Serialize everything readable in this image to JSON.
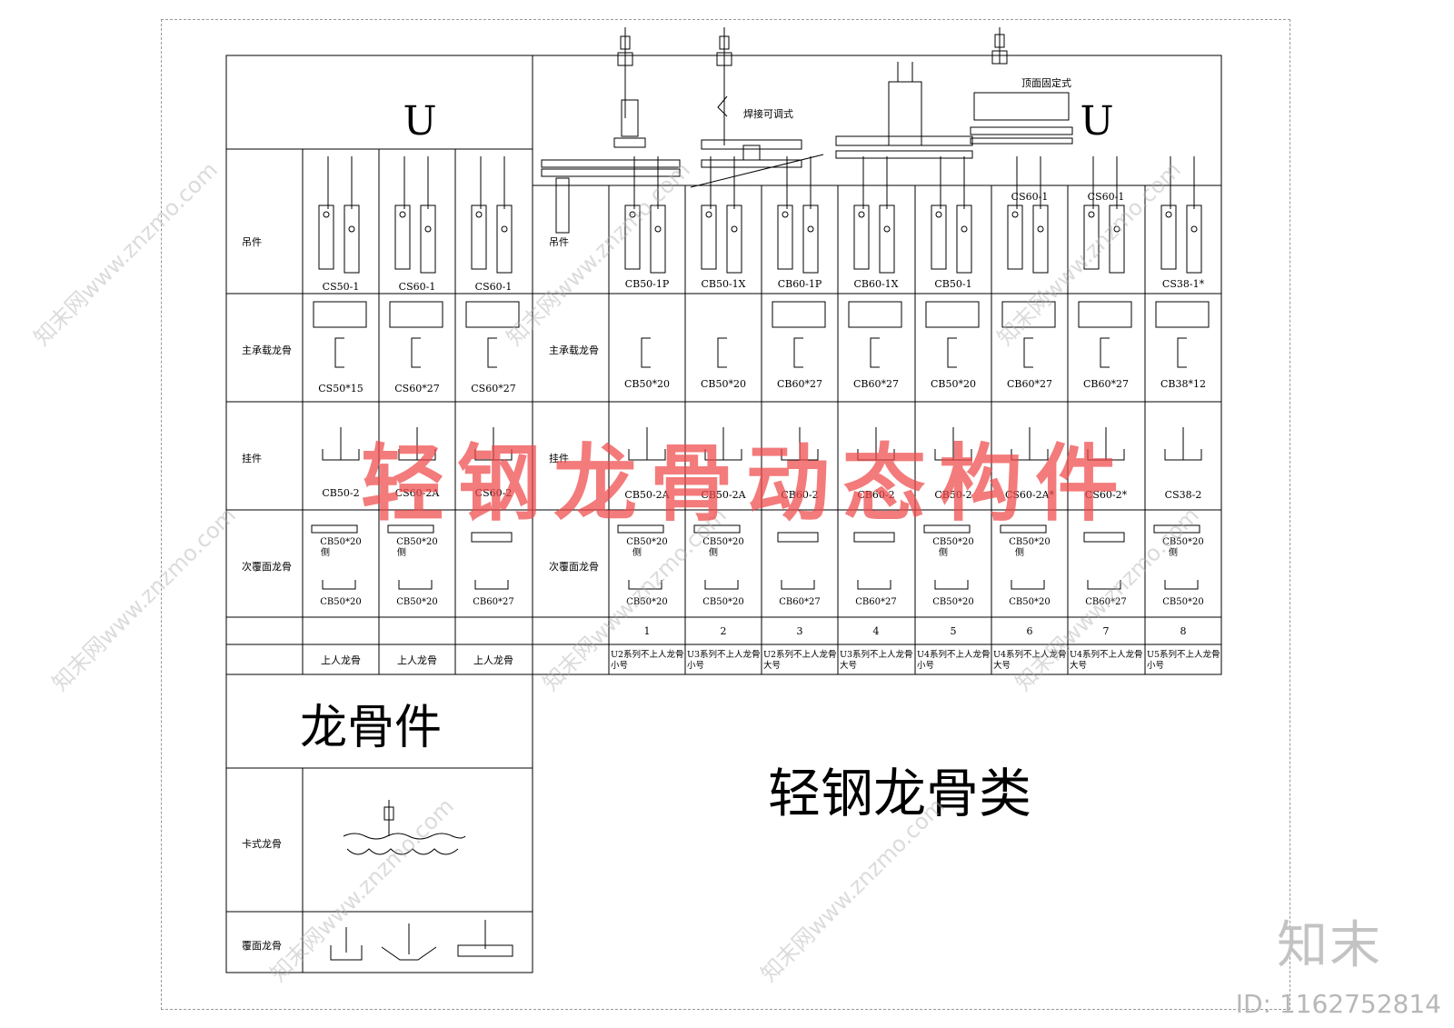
{
  "title_big": "轻钢龙骨类",
  "section_left_title": "龙骨件",
  "u_left": "U",
  "u_right": "U",
  "top_labels": {
    "weld": "焊接可调式",
    "top_fixed": "顶面固定式"
  },
  "row_labels": {
    "hanger": "吊件",
    "main": "主承载龙骨",
    "clip": "挂件",
    "sub": "次覆面龙骨",
    "card": "卡式龙骨",
    "cover": "覆面龙骨"
  },
  "side_mark": "侧",
  "left_table": {
    "cols": [
      {
        "hanger": "CS50-1",
        "main": "CS50*15",
        "clip": "CB50-2",
        "sub_top": "CB50*20",
        "sub_bot": "CB50*20",
        "label": "上人龙骨"
      },
      {
        "hanger": "CS60-1",
        "main": "CS60*27",
        "clip": "CS60-2A",
        "sub_top": "CB50*20",
        "sub_bot": "CB50*20",
        "label": "上人龙骨"
      },
      {
        "hanger": "CS60-1",
        "main": "CS60*27",
        "clip": "CS60-2",
        "sub_top": "",
        "sub_bot": "CB60*27",
        "label": "上人龙骨"
      }
    ]
  },
  "right_table": {
    "cols": [
      {
        "num": "1",
        "hanger": "CB50-1P",
        "top": "",
        "main": "CB50*20",
        "clip": "CB50-2A",
        "sub_top": "CB50*20",
        "sub_bot": "CB50*20",
        "series": "U2系列不上人龙骨",
        "size": "小号"
      },
      {
        "num": "2",
        "hanger": "CB50-1X",
        "top": "",
        "main": "CB50*20",
        "clip": "CB50-2A",
        "sub_top": "CB50*20",
        "sub_bot": "CB50*20",
        "series": "U3系列不上人龙骨",
        "size": "小号"
      },
      {
        "num": "3",
        "hanger": "CB60-1P",
        "top": "",
        "main": "CB60*27",
        "clip": "CB60-2",
        "sub_top": "",
        "sub_bot": "CB60*27",
        "series": "U2系列不上人龙骨",
        "size": "大号"
      },
      {
        "num": "4",
        "hanger": "CB60-1X",
        "top": "",
        "main": "CB60*27",
        "clip": "CB60-2",
        "sub_top": "",
        "sub_bot": "CB60*27",
        "series": "U3系列不上人龙骨",
        "size": "大号"
      },
      {
        "num": "5",
        "hanger": "CB50-1",
        "top": "",
        "main": "CB50*20",
        "clip": "CB50-2",
        "sub_top": "CB50*20",
        "sub_bot": "CB50*20",
        "series": "U4系列不上人龙骨",
        "size": "小号"
      },
      {
        "num": "6",
        "hanger": "",
        "top": "CS60-1",
        "main": "CB60*27",
        "clip": "CS60-2A*",
        "sub_top": "CB50*20",
        "sub_bot": "CB50*20",
        "series": "U4系列不上人龙骨",
        "size": "大号"
      },
      {
        "num": "7",
        "hanger": "",
        "top": "CS60-1",
        "main": "CB60*27",
        "clip": "CS60-2*",
        "sub_top": "",
        "sub_bot": "CB60*27",
        "series": "U4系列不上人龙骨",
        "size": "大号"
      },
      {
        "num": "8",
        "hanger": "CS38-1*",
        "top": "",
        "main": "CB38*12",
        "clip": "CS38-2",
        "sub_top": "CB50*20",
        "sub_bot": "CB50*20",
        "series": "U5系列不上人龙骨",
        "size": "小号"
      }
    ]
  },
  "watermark_banner": "轻钢龙骨动态构件",
  "watermark_logo": "知末",
  "watermark_id": "ID: 1162752814",
  "watermark_site": "知末网www.znzmo.com",
  "colors": {
    "banner": "#ee4848",
    "line": "#000000",
    "frame": "#999999"
  }
}
